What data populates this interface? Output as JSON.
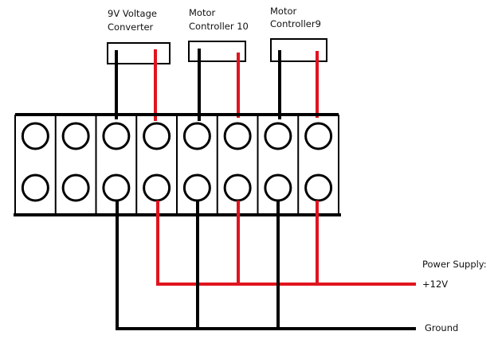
{
  "devices": [
    {
      "label_line1": "9V Voltage",
      "label_line2": "Converter"
    },
    {
      "label_line1": "Motor",
      "label_line2": "Controller 10"
    },
    {
      "label_line1": "Motor",
      "label_line2": "Controller9"
    }
  ],
  "power_supply": {
    "title": "Power Supply:",
    "positive_label": "+12V",
    "ground_label": "Ground"
  },
  "colors": {
    "positive_wire": "#e0141e",
    "ground_wire": "#000000"
  },
  "terminal_block": {
    "columns": 8,
    "rows": 2
  }
}
